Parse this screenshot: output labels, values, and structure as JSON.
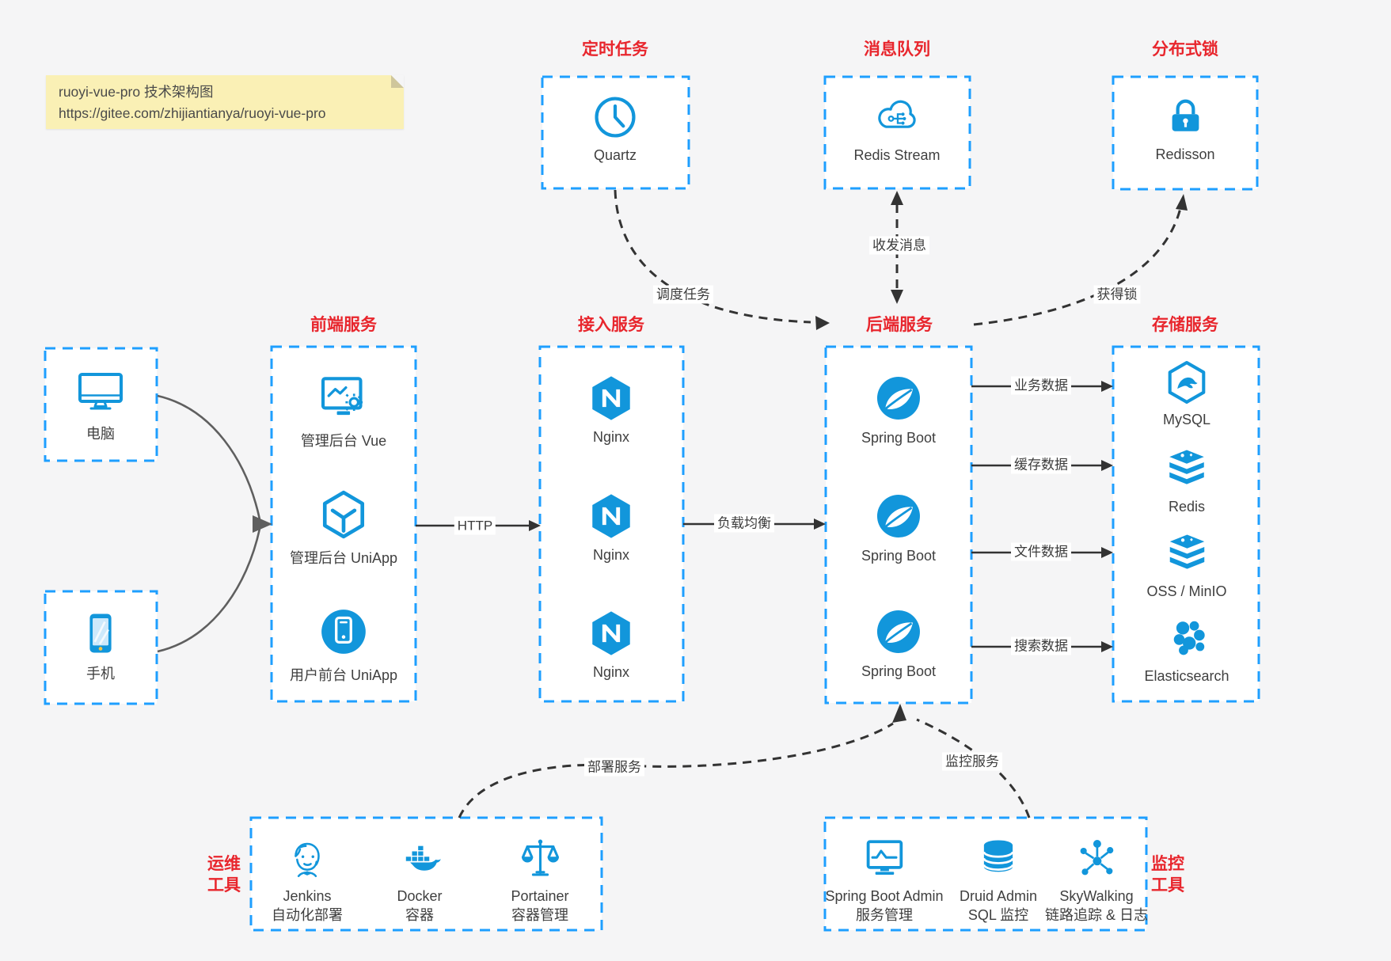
{
  "note": {
    "line1": "ruoyi-vue-pro 技术架构图",
    "line2": "https://gitee.com/zhijiantianya/ruoyi-vue-pro"
  },
  "colors": {
    "background": "#f5f5f6",
    "box_border_blue": "#1e9fff",
    "icon_blue": "#1296db",
    "title_red": "#e8262d",
    "arrow_dark": "#333333",
    "device_arrow_gray": "#5f5f5f",
    "note_bg": "#faf0b5"
  },
  "groups": {
    "timer": {
      "title": "定时任务",
      "items": [
        {
          "label": "Quartz"
        }
      ]
    },
    "mq": {
      "title": "消息队列",
      "items": [
        {
          "label": "Redis Stream"
        }
      ]
    },
    "lock": {
      "title": "分布式锁",
      "items": [
        {
          "label": "Redisson"
        }
      ]
    },
    "frontend": {
      "title": "前端服务",
      "items": [
        {
          "label": "管理后台 Vue"
        },
        {
          "label": "管理后台 UniApp"
        },
        {
          "label": "用户前台 UniApp"
        }
      ]
    },
    "gateway": {
      "title": "接入服务",
      "items": [
        {
          "label": "Nginx"
        },
        {
          "label": "Nginx"
        },
        {
          "label": "Nginx"
        }
      ]
    },
    "backend": {
      "title": "后端服务",
      "items": [
        {
          "label": "Spring Boot"
        },
        {
          "label": "Spring Boot"
        },
        {
          "label": "Spring Boot"
        }
      ]
    },
    "storage": {
      "title": "存储服务",
      "items": [
        {
          "label": "MySQL"
        },
        {
          "label": "Redis"
        },
        {
          "label": "OSS / MinIO"
        },
        {
          "label": "Elasticsearch"
        }
      ]
    },
    "devices": {
      "items": [
        {
          "label": "电脑"
        },
        {
          "label": "手机"
        }
      ]
    },
    "ops": {
      "title_lines": [
        "运维",
        "工具"
      ],
      "items": [
        {
          "label": "Jenkins",
          "desc": "自动化部署"
        },
        {
          "label": "Docker",
          "desc": "容器"
        },
        {
          "label": "Portainer",
          "desc": "容器管理"
        }
      ]
    },
    "monitoring": {
      "title_lines": [
        "监控",
        "工具"
      ],
      "items": [
        {
          "label": "Spring Boot Admin",
          "desc": "服务管理"
        },
        {
          "label": "Druid Admin",
          "desc": "SQL 监控"
        },
        {
          "label": "SkyWalking",
          "desc": "链路追踪 & 日志"
        }
      ]
    }
  },
  "edges": {
    "http": "HTTP",
    "load_balance": "负载均衡",
    "schedule_task": "调度任务",
    "send_receive_msg": "收发消息",
    "acquire_lock": "获得锁",
    "business_data": "业务数据",
    "cache_data": "缓存数据",
    "file_data": "文件数据",
    "search_data": "搜索数据",
    "deploy": "部署服务",
    "monitor": "监控服务"
  }
}
